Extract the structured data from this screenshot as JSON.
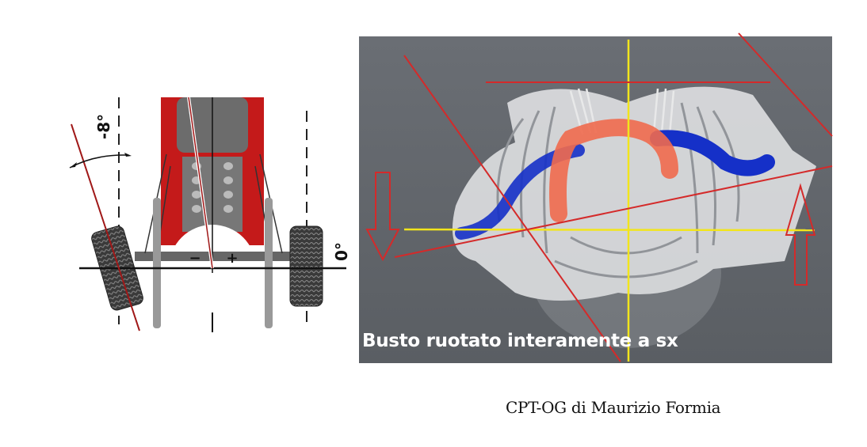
{
  "left_diagram": {
    "camber_label": "-8°",
    "neutral_label": "0°",
    "minus_sign": "−",
    "plus_sign": "+"
  },
  "right_panel": {
    "overlay_text": "Busto ruotato interamente a sx",
    "colors": {
      "guide_yellow": "#f2e51c",
      "guide_red": "#d42a2a",
      "spine_blue": "#1530c8",
      "spine_red": "#f06a4e"
    }
  },
  "caption": "CPT-OG di Maurizio Formia"
}
